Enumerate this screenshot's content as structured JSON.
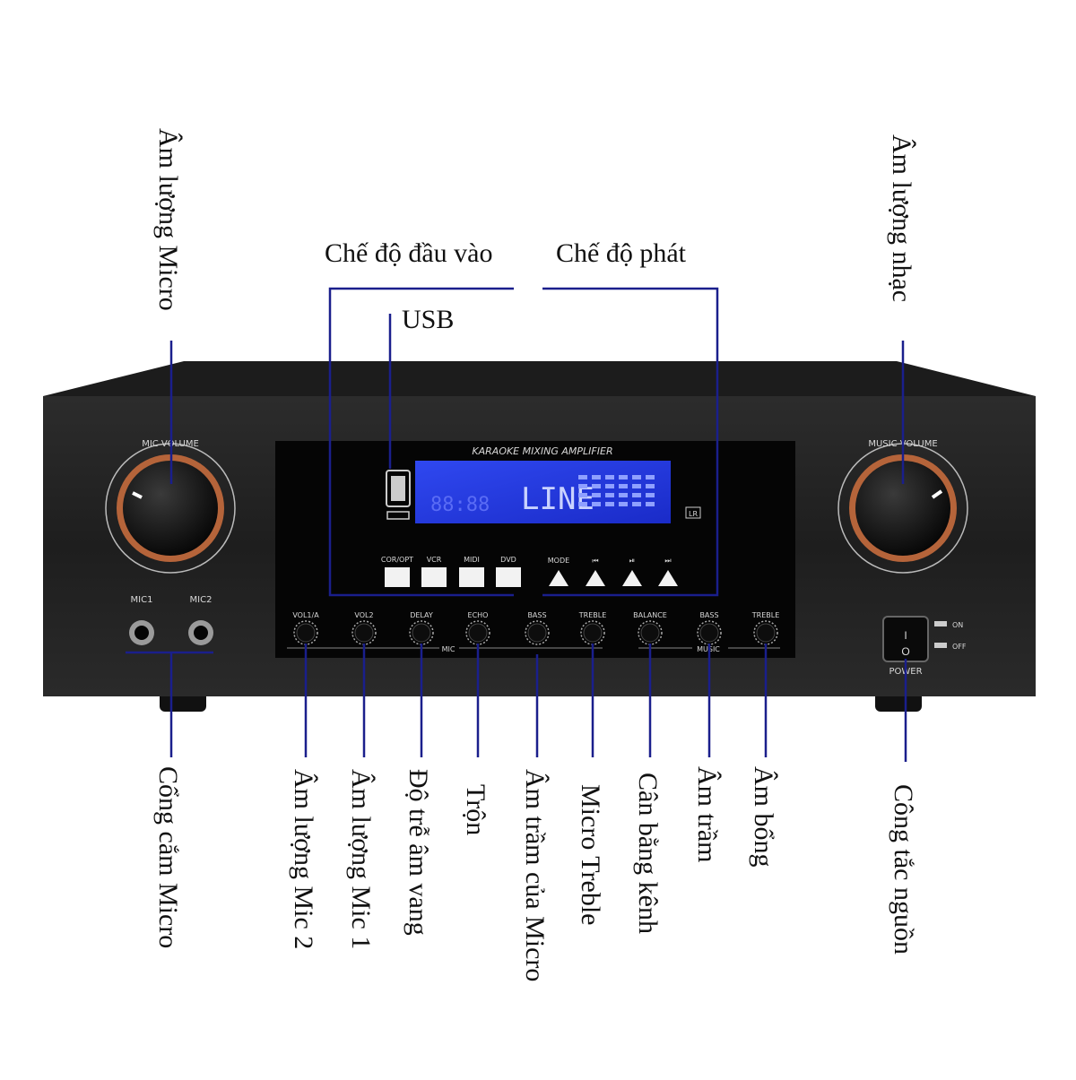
{
  "callouts": {
    "mic_volume": "Âm lượng Micro",
    "music_volume": "Âm lượng nhạc",
    "input_mode": "Chế độ đầu vào",
    "play_mode": "Chế độ phát",
    "usb": "USB",
    "mic_jack": "Cổng cắm Micro",
    "mic2_volume": "Âm lượng Mic 2",
    "mic1_volume": "Âm lượng Mic 1",
    "echo_delay": "Độ trễ âm vang",
    "mix": "Trộn",
    "mic_bass": "Âm trầm của Micro",
    "mic_treble": "Micro Treble",
    "balance": "Cân bằng kênh",
    "bass": "Âm trầm",
    "treble": "Âm bổng",
    "power_switch": "Công tắc nguồn"
  },
  "panel": {
    "mic_volume": "MIC VOLUME",
    "music_volume": "MUSIC VOLUME",
    "title": "KARAOKE MIXING AMPLIFIER",
    "mic1": "MIC1",
    "mic2": "MIC2",
    "display_text": "LINE",
    "lr": "LR",
    "input_buttons": [
      "COR/OPT",
      "VCR",
      "MIDI",
      "DVD"
    ],
    "play_buttons": [
      "MODE",
      "⏮",
      "⏯",
      "⏭"
    ],
    "knobs": [
      "VOL1/A",
      "VOL2",
      "DELAY",
      "ECHO",
      "BASS",
      "TREBLE",
      "BALANCE",
      "BASS",
      "TREBLE"
    ],
    "mic_group": "MIC",
    "music_group": "MUSIC",
    "on": "ON",
    "off": "OFF",
    "power": "POWER"
  },
  "colors": {
    "callout_line": "#1a1f8c",
    "display_blue": "#2438e0",
    "knob_ring": "#b5643a"
  }
}
